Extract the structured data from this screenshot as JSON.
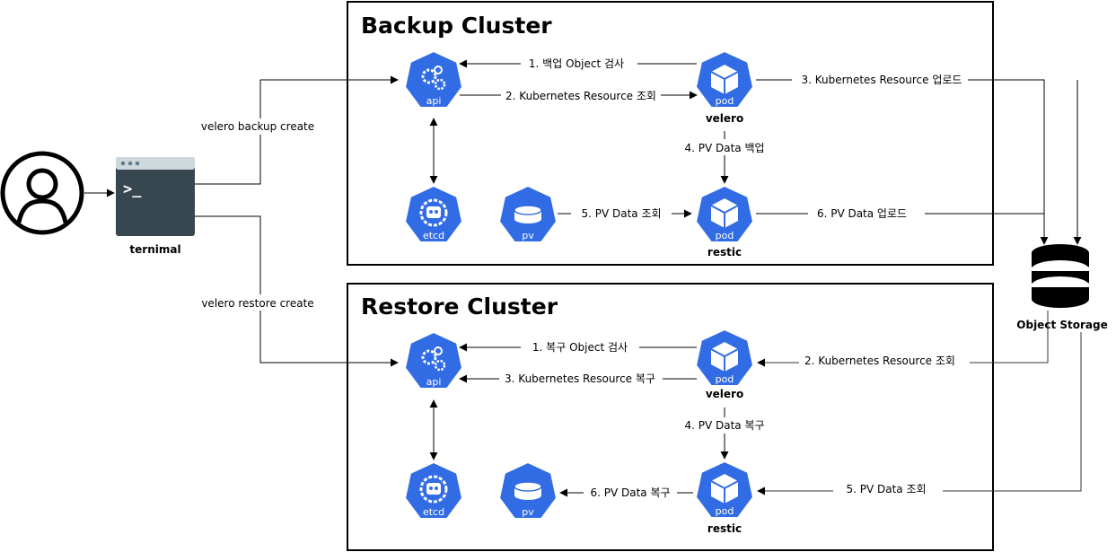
{
  "backup_cluster": {
    "title": "Backup Cluster",
    "velero_label": "velero",
    "restic_label": "restic",
    "steps": {
      "s1": "1. 백업 Object 검사",
      "s2": "2. Kubernetes Resource 조회",
      "s3": "3. Kubernetes Resource 업로드",
      "s4": "4. PV Data 백업",
      "s5": "5. PV Data 조회",
      "s6": "6. PV Data 업로드"
    }
  },
  "restore_cluster": {
    "title": "Restore Cluster",
    "velero_label": "velero",
    "restic_label": "restic",
    "steps": {
      "s1": "1. 복구 Object 검사",
      "s2": "2. Kubernetes Resource 조회",
      "s3": "3. Kubernetes Resource 복구",
      "s4": "4. PV Data 복구",
      "s5": "5. PV Data 조회",
      "s6": "6. PV Data 복구"
    }
  },
  "terminal": {
    "label": "ternimal",
    "prompt": ">_"
  },
  "commands": {
    "backup": "velero  backup create",
    "restore": "velero  restore create"
  },
  "object_storage": {
    "label": "Object Storage"
  },
  "icons": {
    "api": "api",
    "etcd": "etcd",
    "pod": "pod",
    "pv": "pv"
  },
  "colors": {
    "k8s_blue": "#326CE5",
    "terminal_dark": "#37474F",
    "terminal_bar": "#CFD8DC"
  }
}
